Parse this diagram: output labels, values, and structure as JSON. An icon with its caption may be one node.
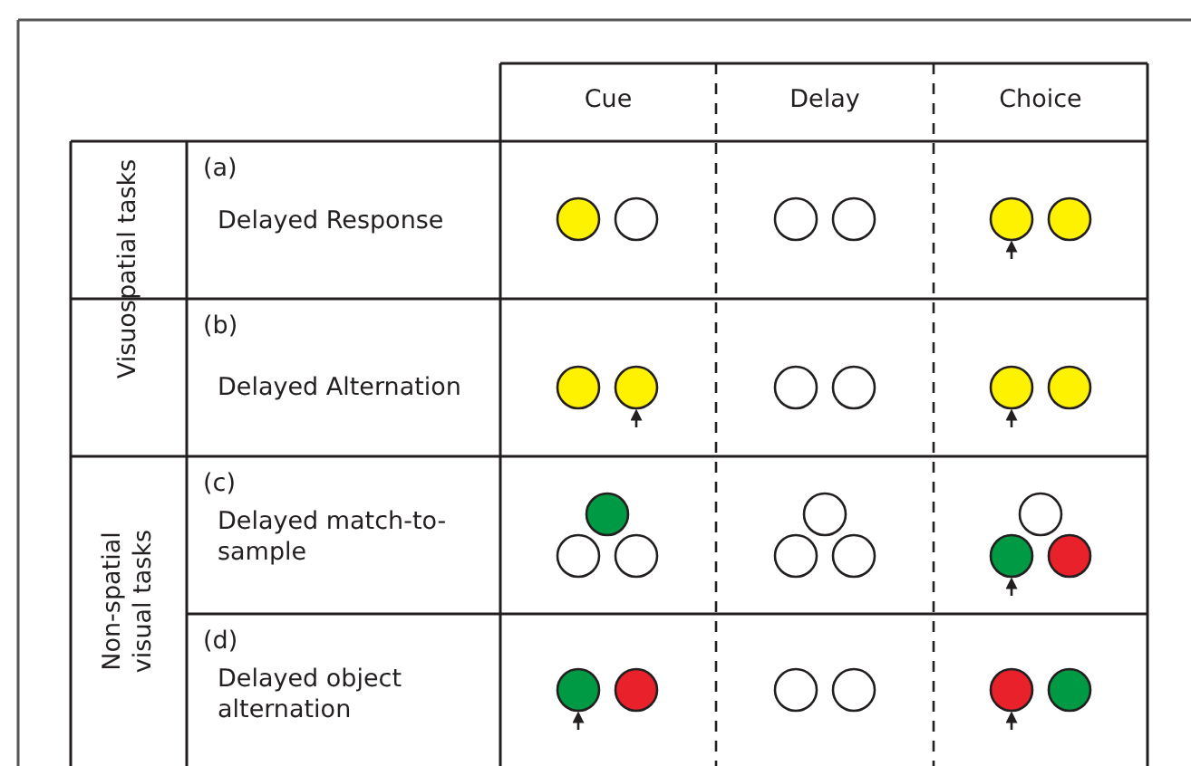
{
  "diagram": {
    "labels": [
      "Cue",
      "Delay",
      "Choice",
      "Visuospatial tasks",
      "(a)",
      "Delayed Response",
      "(b)",
      "Delayed Alternation",
      "Non-spatial visual tasks",
      "(c)",
      "Delayed match-to-sample",
      "(d)",
      "Delayed object alternation"
    ]
  }
}
